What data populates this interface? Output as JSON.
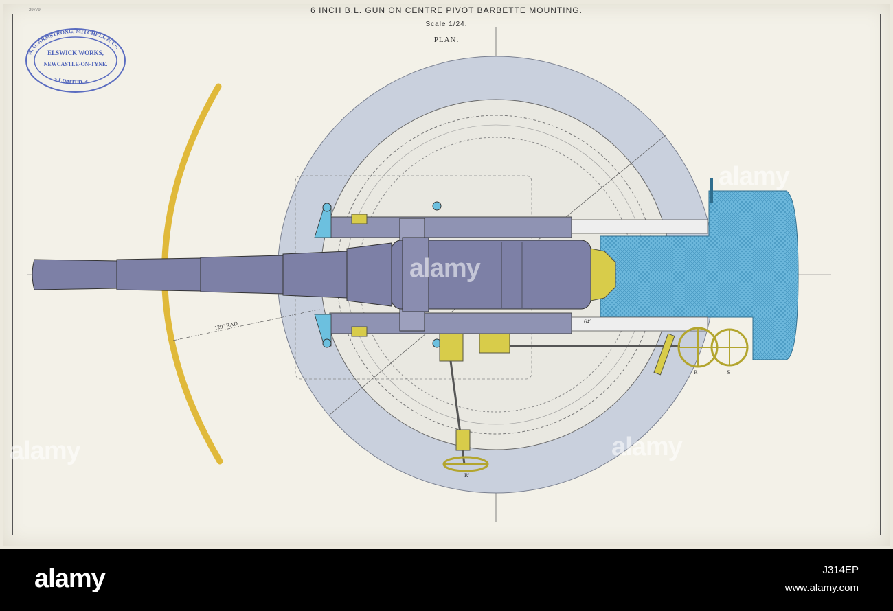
{
  "document": {
    "title": "6 INCH B.L. GUN ON CENTRE PIVOT BARBETTE MOUNTING.",
    "scale": "Scale 1/24.",
    "view": "PLAN.",
    "catalogue_no": "29779"
  },
  "stamp": {
    "ring_text": "W. G. ARMSTRONG, MITCHELL & Co. LIMITED.",
    "line1": "ELSWICK WORKS,",
    "line2": "NEWCASTLE-ON-TYNE."
  },
  "annotations": {
    "radius": "120\" RAD",
    "angle": "64°",
    "wheel_r": "R",
    "wheel_s": "S",
    "wheel_r_prime": "R'"
  },
  "colors": {
    "paper": "#f3f1e8",
    "gun_steel": "#7d80a6",
    "racer_blue": "#b9c3d6",
    "shield_blue": "#5fb0d8",
    "brass": "#d8cc4a",
    "arc_yellow": "#e0b93a"
  },
  "watermark": {
    "text": "alamy"
  },
  "footer": {
    "logo": "alamy",
    "image_id": "J314EP",
    "url": "www.alamy.com"
  }
}
